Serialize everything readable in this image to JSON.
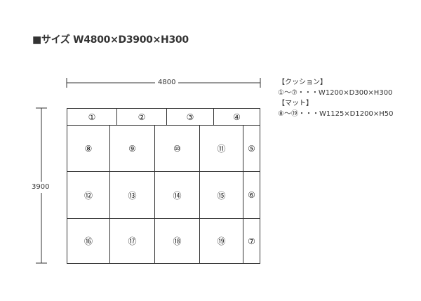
{
  "title": "■サイズ W4800×D3900×H300",
  "dimensions": {
    "width": "4800",
    "depth": "3900"
  },
  "cushions": [
    "①",
    "②",
    "③",
    "④",
    "⑤",
    "⑥",
    "⑦"
  ],
  "mats": [
    "⑧",
    "⑨",
    "⑩",
    "⑪",
    "⑫",
    "⑬",
    "⑭",
    "⑮",
    "⑯",
    "⑰",
    "⑱",
    "⑲"
  ],
  "legend": {
    "cushion_heading": "【クッション】",
    "cushion_spec": "①～⑦・・・W1200×D300×H300",
    "mat_heading": "【マット】",
    "mat_spec": "⑧～⑲・・・W1125×D1200×H50"
  }
}
